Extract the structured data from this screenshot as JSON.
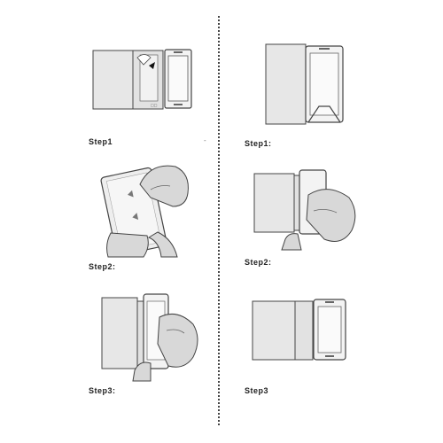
{
  "steps_left": [
    {
      "label": "Step1"
    },
    {
      "label": "Step2:"
    },
    {
      "label": "Step3:"
    }
  ],
  "steps_right": [
    {
      "label": "Step1:"
    },
    {
      "label": "Step2:"
    },
    {
      "label": "Step3"
    }
  ],
  "colors": {
    "cover_fill": "#e7e7e7",
    "outline": "#444444",
    "hand_fill": "#d8d8d8",
    "screen_fill": "#f3f3f3"
  }
}
